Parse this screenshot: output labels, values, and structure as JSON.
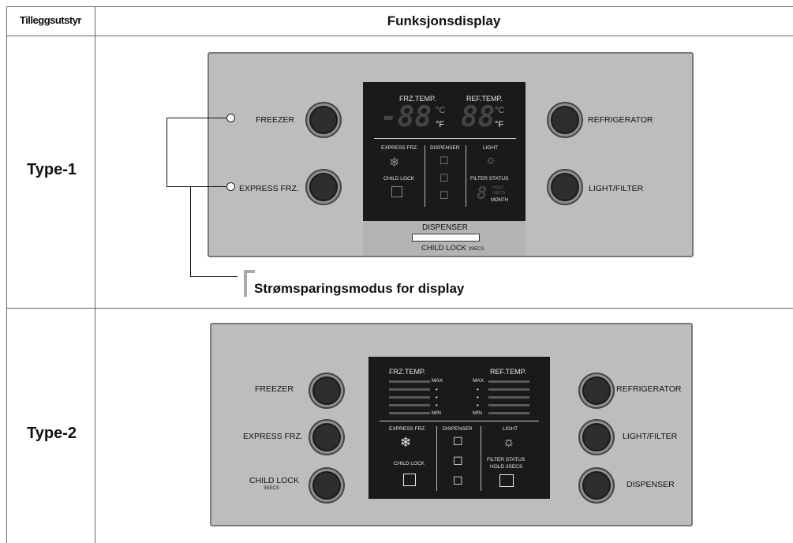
{
  "header": {
    "col1": "Tilleggsutstyr",
    "col2": "Funksjonsdisplay"
  },
  "type1": {
    "row_label": "Type-1",
    "left_buttons": [
      "FREEZER",
      "EXPRESS FRZ."
    ],
    "right_buttons": [
      "REFRIGERATOR",
      "LIGHT/FILTER"
    ],
    "screen": {
      "frz_temp": "FRZ.TEMP.",
      "ref_temp": "REF.TEMP.",
      "frz_digits": "-88",
      "ref_digits": "88",
      "unit_c": "°C",
      "unit_f": "°F",
      "express": "EXPRESS FRZ.",
      "dispenser": "DISPENSER",
      "light": "LIGHT",
      "child_lock": "CHILD LOCK",
      "filter_status": "FILTER STATUS",
      "hold": "HOLD",
      "secs": "3SECS",
      "month": "MONTH",
      "filter_digit": "8"
    },
    "dispenser_label": "DISPENSER",
    "child_lock_label": "CHILD LOCK",
    "child_lock_secs": "3SECS",
    "callout": "Strømsparingsmodus for display"
  },
  "type2": {
    "row_label": "Type-2",
    "left_buttons": [
      "FREEZER",
      "EXPRESS FRZ.",
      "CHILD LOCK"
    ],
    "left_sub": "3SECS",
    "right_buttons": [
      "REFRIGERATOR",
      "LIGHT/FILTER",
      "DISPENSER"
    ],
    "screen": {
      "frz_temp": "FRZ.TEMP.",
      "ref_temp": "REF.TEMP.",
      "max": "MAX",
      "min": "MIN",
      "express": "EXPRESS FRZ.",
      "dispenser": "DISPENSER",
      "light": "LIGHT",
      "child_lock": "CHILD LOCK",
      "filter_status": "FILTER STATUS",
      "hold": "HOLD 3SECS"
    }
  },
  "icons": [
    "snowflake-icon",
    "lock-icon",
    "cup-icon",
    "bulb-icon",
    "filter-icon"
  ]
}
